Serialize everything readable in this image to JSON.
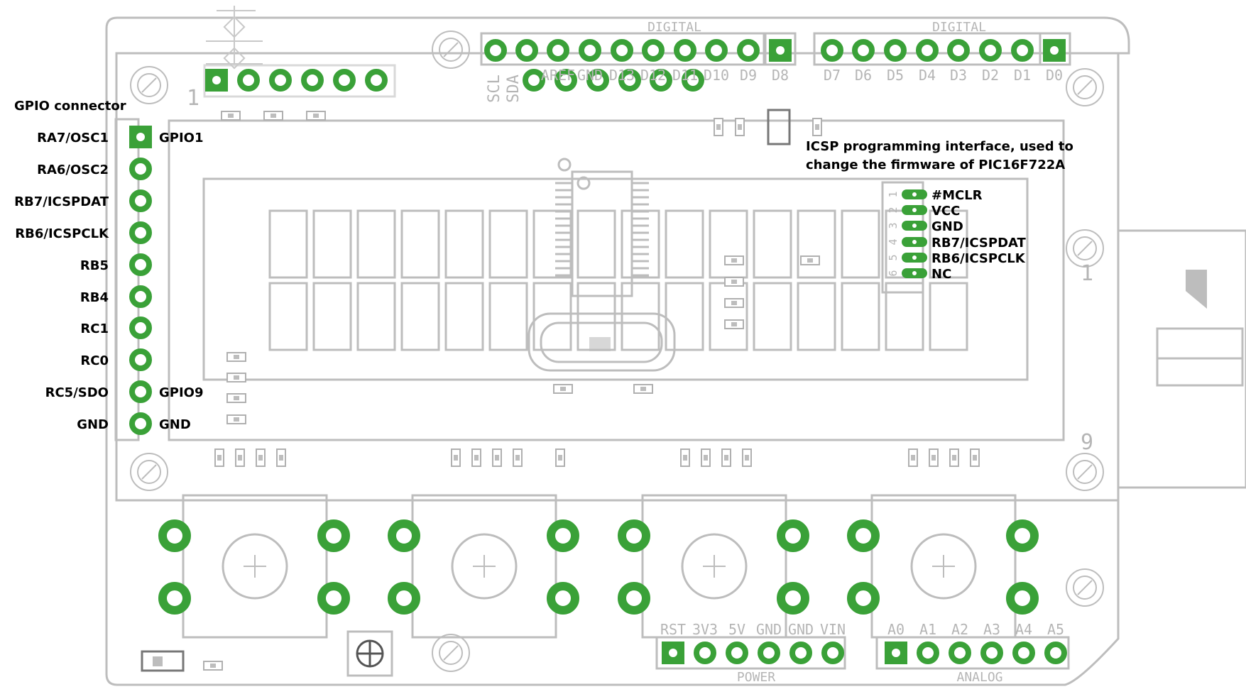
{
  "colors": {
    "outline": "#bdbdbd",
    "pad": "#3aa138",
    "label": "#000000",
    "silk": "#b5b5b5",
    "background": "#ffffff"
  },
  "gpio": {
    "title": "GPIO connector",
    "pins": [
      "RA7/OSC1",
      "RA6/OSC2",
      "RB7/ICSPDAT",
      "RB6/ICSPCLK",
      "RB5",
      "RB4",
      "RC1",
      "RC0",
      "RC5/SDO",
      "GND"
    ],
    "right_labels": [
      "GPIO1",
      "GPIO9",
      "GND"
    ]
  },
  "icsp": {
    "caption_line1": "ICSP programming interface, used to",
    "caption_line2": "change the firmware of PIC16F722A",
    "numbers": [
      "1",
      "2",
      "3",
      "4",
      "5",
      "6"
    ],
    "pins": [
      "#MCLR",
      "VCC",
      "GND",
      "RB7/ICSPDAT",
      "RB6/ICSPCLK",
      "NC"
    ]
  },
  "headers": {
    "digital_title": "DIGITAL",
    "digital_high": [
      "AREF",
      "GND",
      "D13",
      "D12",
      "D11",
      "D10",
      "D9",
      "D8"
    ],
    "scl": "SCL",
    "sda": "SDA",
    "digital_low": [
      "D7",
      "D6",
      "D5",
      "D4",
      "D3",
      "D2",
      "D1",
      "D0"
    ],
    "power_title": "POWER",
    "power": [
      "RST",
      "3V3",
      "5V",
      "GND",
      "GND",
      "VIN"
    ],
    "analog_title": "ANALOG",
    "analog": [
      "A0",
      "A1",
      "A2",
      "A3",
      "A4",
      "A5"
    ]
  },
  "marks": {
    "one_left": "1",
    "one_right": "1",
    "nine": "9"
  }
}
